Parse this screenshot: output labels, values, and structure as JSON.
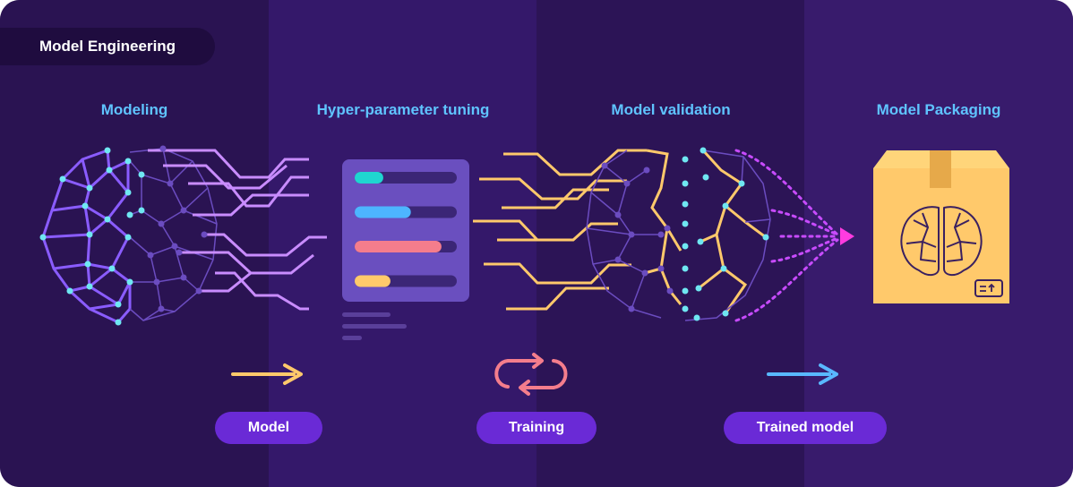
{
  "header": {
    "title": "Model Engineering"
  },
  "stages": [
    {
      "label": "Modeling"
    },
    {
      "label": "Hyper-parameter tuning"
    },
    {
      "label": "Model validation"
    },
    {
      "label": "Model Packaging"
    }
  ],
  "transitions": [
    {
      "label": "Model",
      "arrow_color": "#ffc96b"
    },
    {
      "label": "Training",
      "icon": "refresh-cycle-icon",
      "icon_color": "#f47d8c"
    },
    {
      "label": "Trained model",
      "arrow_color": "#59b8ff"
    }
  ],
  "tuning_panel": {
    "sliders": [
      {
        "color": "#1fd6d0",
        "level": 0.28
      },
      {
        "color": "#4db5ff",
        "level": 0.55
      },
      {
        "color": "#f47d8c",
        "level": 0.85
      },
      {
        "color": "#ffc96b",
        "level": 0.35
      }
    ]
  },
  "colors": {
    "background": "#2a1352",
    "stage_title": "#5fc4ff",
    "pill": "#6a2ad6",
    "brain_stroke": "#8a5cff",
    "node": "#6fe7f2",
    "modeling_lines": "#c98cff",
    "validation_lines": "#ffc96b",
    "packaging_arrows": "#c84bff",
    "box": "#ffc96b"
  },
  "icons": [
    "brain-network-icon",
    "parameter-panel-icon",
    "package-box-icon",
    "refresh-cycle-icon",
    "arrow-right-icon"
  ]
}
